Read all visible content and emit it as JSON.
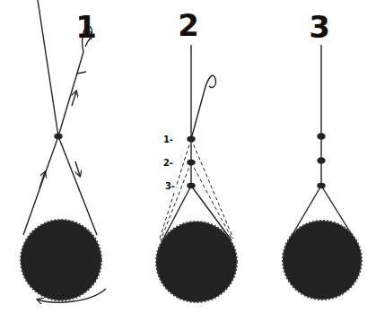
{
  "diagram": {
    "labels": [
      "1",
      "2",
      "3",
      "1-",
      "2-",
      "3-"
    ]
  }
}
